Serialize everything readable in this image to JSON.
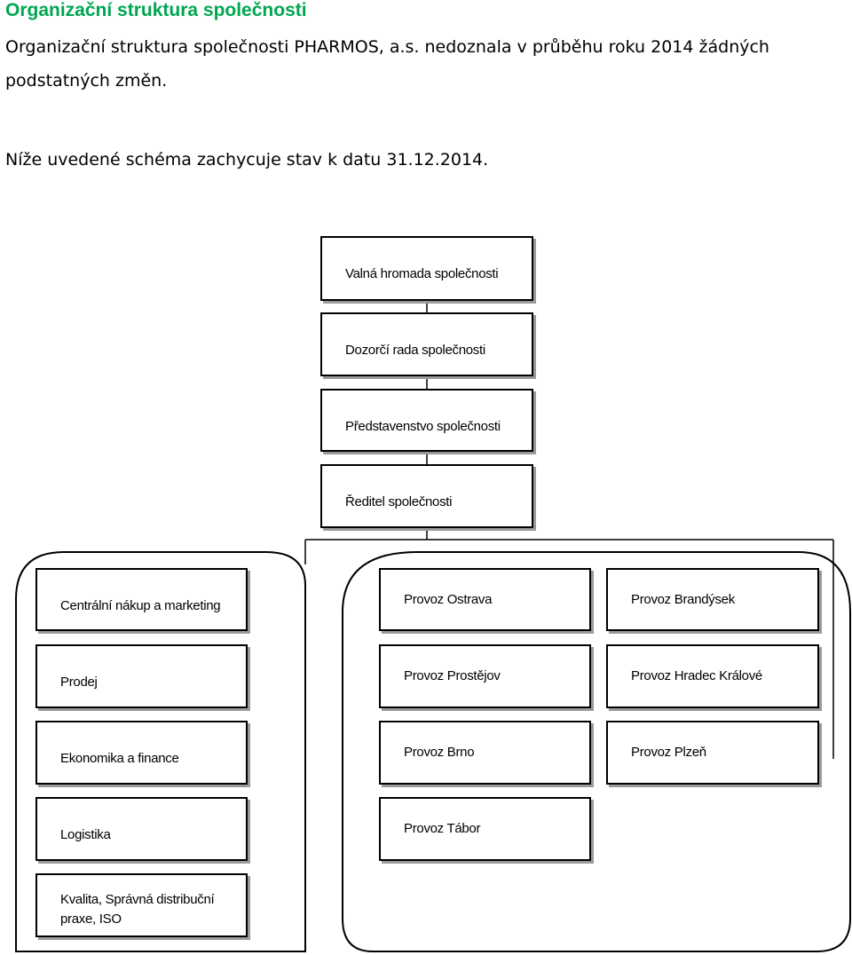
{
  "heading": "Organizační struktura společnosti",
  "paragraph1": "Organizační struktura společnosti PHARMOS, a.s. nedoznala v průběhu roku 2014 žádných podstatných změn.",
  "paragraph2": "Níže uvedené schéma zachycuje stav k datu 31.12.2014.",
  "org": {
    "hierarchy": [
      "Valná hromada společnosti",
      "Dozorčí rada společnosti",
      "Představenstvo společnosti",
      "Ředitel společnosti"
    ],
    "departments": [
      "Centrální nákup a marketing",
      "Prodej",
      "Ekonomika a finance",
      "Logistika",
      "Kvalita, Správná distribuční praxe, ISO"
    ],
    "plants_col1": [
      "Provoz Ostrava",
      "Provoz Prostějov",
      "Provoz Brno",
      "Provoz Tábor"
    ],
    "plants_col2": [
      "Provoz Brandýsek",
      "Provoz Hradec Králové",
      "Provoz Plzeň"
    ]
  }
}
